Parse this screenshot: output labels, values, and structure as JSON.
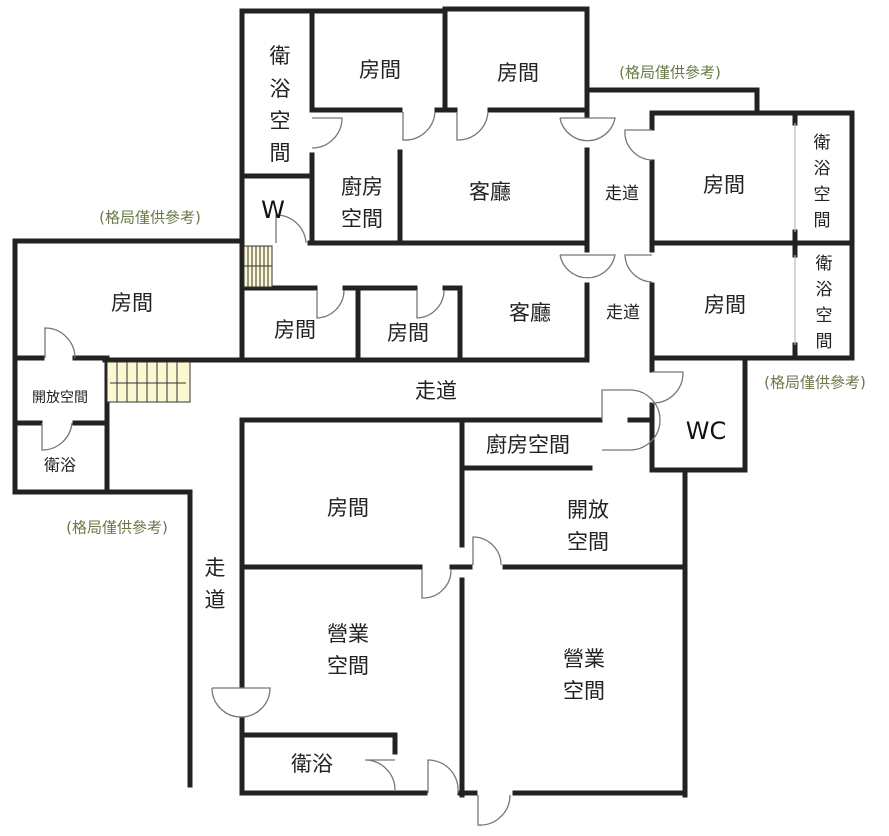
{
  "title": "格局圖",
  "colors": {
    "wall": "#222222",
    "note": "#6b7a4b",
    "stairs": "#fbf8d2"
  },
  "note": "(格局僅供參考)",
  "rooms": {
    "bath_top": [
      "衛",
      "浴",
      "空",
      "間"
    ],
    "room_top1": "房間",
    "room_top2": "房間",
    "kitchen_top": [
      "廚房",
      "空間"
    ],
    "living_top": "客廳",
    "w": "W",
    "corridor_right_top": "走道",
    "room_right_top": "房間",
    "bath_right_top": [
      "衛",
      "浴",
      "空",
      "間"
    ],
    "corridor_right_bottom": "走道",
    "room_right_bottom": "房間",
    "bath_right_bottom": [
      "衛",
      "浴",
      "空",
      "間"
    ],
    "room_left": "房間",
    "open_left": "開放空間",
    "bath_left": "衛浴",
    "room_mid1": "房間",
    "room_mid2": "房間",
    "living_mid": "客廳",
    "corridor_main": "走道",
    "kitchen_low": "廚房空間",
    "wc": "WC",
    "room_low": "房間",
    "open_low": [
      "開放",
      "空間"
    ],
    "corridor_left": [
      "走",
      "道"
    ],
    "business1": [
      "營業",
      "空間"
    ],
    "business2": [
      "營業",
      "空間"
    ],
    "bath_low": "衛浴"
  }
}
